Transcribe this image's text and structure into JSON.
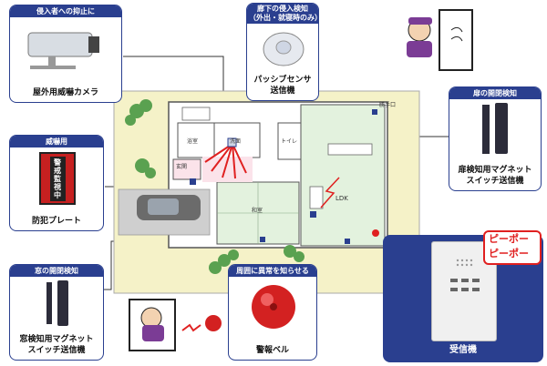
{
  "cards": {
    "camera": {
      "header": "侵入者への抑止に",
      "label": "屋外用威嚇カメラ"
    },
    "plate": {
      "header": "威嚇用",
      "label": "防犯プレート",
      "plate_text": "警戒監視中"
    },
    "window": {
      "header": "窓の開閉検知",
      "label_line1": "窓検知用マグネット",
      "label_line2": "スイッチ送信機"
    },
    "passive": {
      "header_line1": "廊下の侵入検知",
      "header_line2": "（外出・就寝時のみ）",
      "label_line1": "パッシブセンサ",
      "label_line2": "送信機"
    },
    "door": {
      "header": "扉の開閉検知",
      "label_line1": "扉検知用マグネット",
      "label_line2": "スイッチ送信機"
    },
    "bell": {
      "header": "周囲に異常を知らせる",
      "label": "警報ベル"
    },
    "receiver": {
      "label": "受信機",
      "alarm_line1": "ピーポー",
      "alarm_line2": "ピーポー"
    }
  },
  "rooms": {
    "bath": "浴室",
    "washroom": "洗面",
    "entrance": "玄関",
    "toilet": "トイレ",
    "back_door": "勝手口",
    "japanese_room": "和室",
    "ldk": "LDK"
  },
  "colors": {
    "navy": "#2a3f8f",
    "floor": "#f5f2c8",
    "room_green": "#e3f2de",
    "alert_red": "#e02020"
  }
}
